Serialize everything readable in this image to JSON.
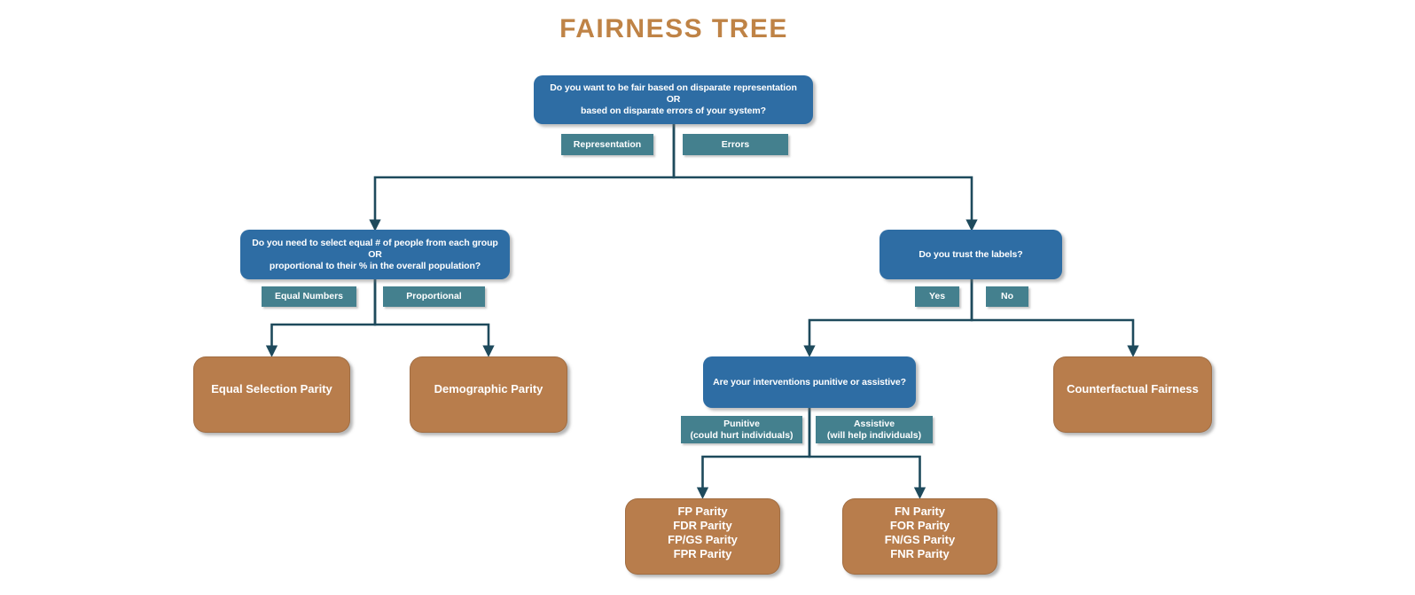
{
  "title": "FAIRNESS TREE",
  "root": {
    "question_line1": "Do you want to be fair based on disparate representation",
    "question_line2": "OR",
    "question_line3": "based on disparate errors of your system?",
    "left_branch_label": "Representation",
    "right_branch_label": "Errors"
  },
  "representation_branch": {
    "question_line1": "Do you need to select equal # of people from each group",
    "question_line2": "OR",
    "question_line3": "proportional to their % in the overall population?",
    "left_branch_label": "Equal Numbers",
    "right_branch_label": "Proportional",
    "left_leaf": "Equal Selection Parity",
    "right_leaf": "Demographic Parity"
  },
  "errors_branch": {
    "question": "Do you trust the labels?",
    "left_branch_label": "Yes",
    "right_branch_label": "No",
    "no_leaf": "Counterfactual Fairness",
    "interventions": {
      "question": "Are your interventions punitive or assistive?",
      "left_branch_line1": "Punitive",
      "left_branch_line2": "(could hurt individuals)",
      "right_branch_line1": "Assistive",
      "right_branch_line2": "(will help individuals)",
      "punitive_leaf": {
        "line1": "FP Parity",
        "line2": "FDR Parity",
        "line3": "FP/GS Parity",
        "line4": "FPR Parity"
      },
      "assistive_leaf": {
        "line1": "FN Parity",
        "line2": "FOR Parity",
        "line3": "FN/GS Parity",
        "line4": "FNR Parity"
      }
    }
  },
  "colors": {
    "question_box": "#2e6da4",
    "branch_label": "#44808e",
    "leaf_box": "#b87d4c",
    "connector": "#1e4a5c",
    "title": "#bf8346"
  }
}
